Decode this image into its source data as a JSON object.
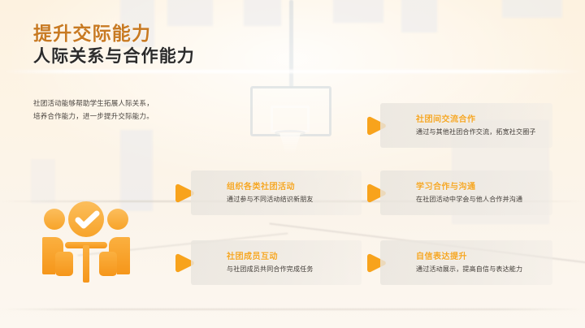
{
  "slide": {
    "title_main": "提升交际能力",
    "title_sub": "人际关系与合作能力",
    "intro_line1": "社团活动能够帮助学生拓展人际关系，",
    "intro_line2": "培养合作能力，进一步提升交际能力。",
    "accent_color": "#F5A623",
    "title_color": "#C87A22",
    "background_color": "#FDF4E6",
    "card_color": "#E9E5DE"
  },
  "icon": {
    "name": "teamwork-check-icon",
    "color": "#F79C1E"
  },
  "cards": [
    {
      "id": "organize-activities",
      "column": "left",
      "row": 2,
      "title": "组织各类社团活动",
      "desc": "通过参与不同活动结识新朋友"
    },
    {
      "id": "member-interaction",
      "column": "left",
      "row": 3,
      "title": "社团成员互动",
      "desc": "与社团成员共同合作完成任务"
    },
    {
      "id": "inter-club-cooperation",
      "column": "right",
      "row": 1,
      "title": "社团间交流合作",
      "desc": "通过与其他社团合作交流，拓宽社交圈子"
    },
    {
      "id": "learn-cooperation",
      "column": "right",
      "row": 2,
      "title": "学习合作与沟通",
      "desc": "在社团活动中学会与他人合作并沟通"
    },
    {
      "id": "confidence-expression",
      "column": "right",
      "row": 3,
      "title": "自信表达提升",
      "desc": "通过活动展示，提高自信与表达能力"
    }
  ]
}
